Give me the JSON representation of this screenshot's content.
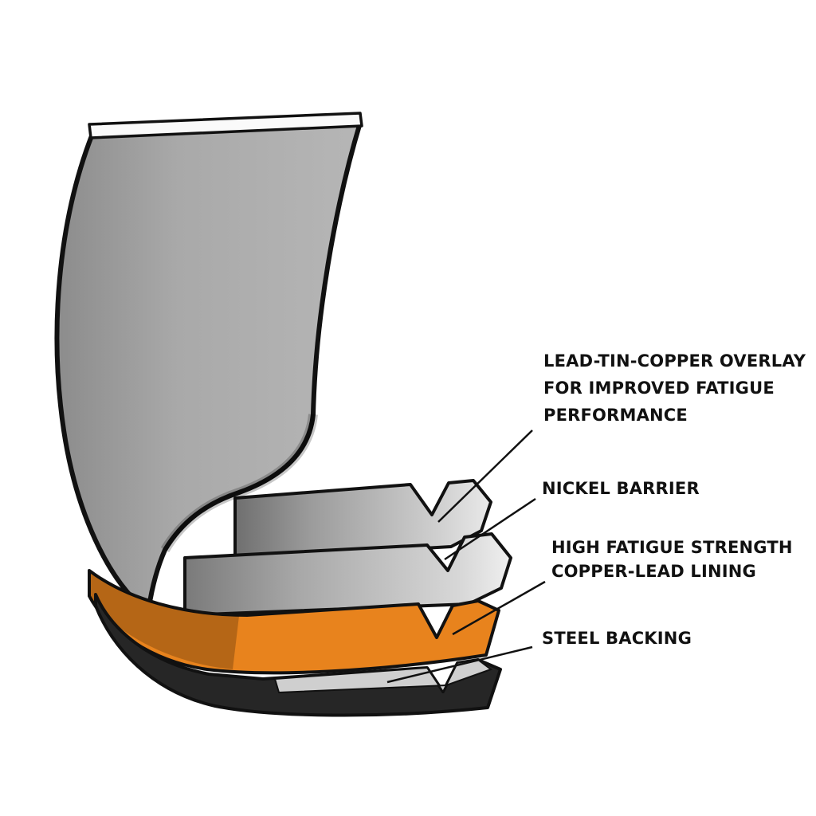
{
  "diagram": {
    "subject": "engine-bearing-layer-cutaway",
    "labels": {
      "overlay": [
        "LEAD-TIN-COPPER OVERLAY",
        "FOR IMPROVED FATIGUE",
        "PERFORMANCE"
      ],
      "nickel": [
        "NICKEL BARRIER"
      ],
      "copper_lead": [
        "HIGH FATIGUE STRENGTH",
        "COPPER-LEAD LINING"
      ],
      "steel": [
        "STEEL BACKING"
      ]
    },
    "colors": {
      "lining_orange": "#E8831D",
      "shell_gray": "#A8A8A8",
      "outline_black": "#111111",
      "background": "#FFFFFF"
    }
  }
}
